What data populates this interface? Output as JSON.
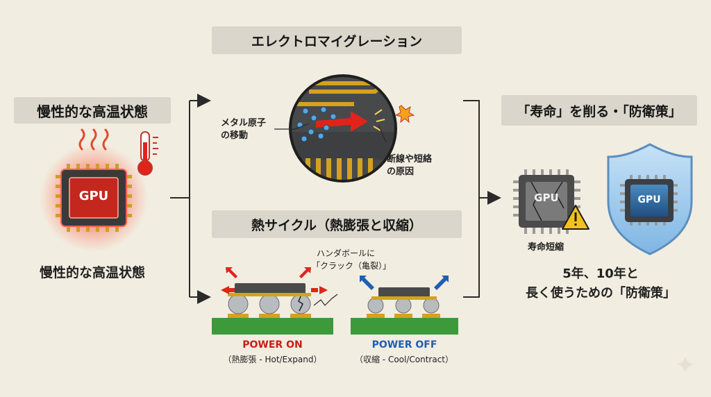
{
  "titles": {
    "electromigration": "エレクトロマイグレーション",
    "chronic_heat": "慢性的な高温状態",
    "thermal_cycle": "熱サイクル（熱膨張と収縮）",
    "lifespan_defense": "「寿命」を削る・「防衛策」"
  },
  "left": {
    "chip_label": "GPU",
    "caption": "慢性的な高温状態"
  },
  "electromigration": {
    "metal_atoms_line1": "メタル原子",
    "metal_atoms_line2": "の移動",
    "cause_line1": "断線や短絡",
    "cause_line2": "の原因"
  },
  "thermal": {
    "crack_line1": "ハンダボールに",
    "crack_line2": "「クラック（亀裂）」",
    "power_on": "POWER ON",
    "power_on_sub": "（熱膨張 - Hot/Expand）",
    "power_off": "POWER OFF",
    "power_off_sub": "（収縮 - Cool/Contract）"
  },
  "right": {
    "damaged_chip_label": "GPU",
    "shortened_life": "寿命短縮",
    "shield_chip_label": "GPU",
    "conclusion_line1": "5年、10年と",
    "conclusion_line2": "長く使うための「防衛策」"
  },
  "colors": {
    "background": "#f2ede1",
    "title_box": "#dad6cb",
    "hot_red": "#e0241b",
    "cool_blue": "#1f5fb0",
    "board_green": "#3d9a3a",
    "gold": "#d9a520",
    "shield_blue": "#8fc3ec"
  }
}
